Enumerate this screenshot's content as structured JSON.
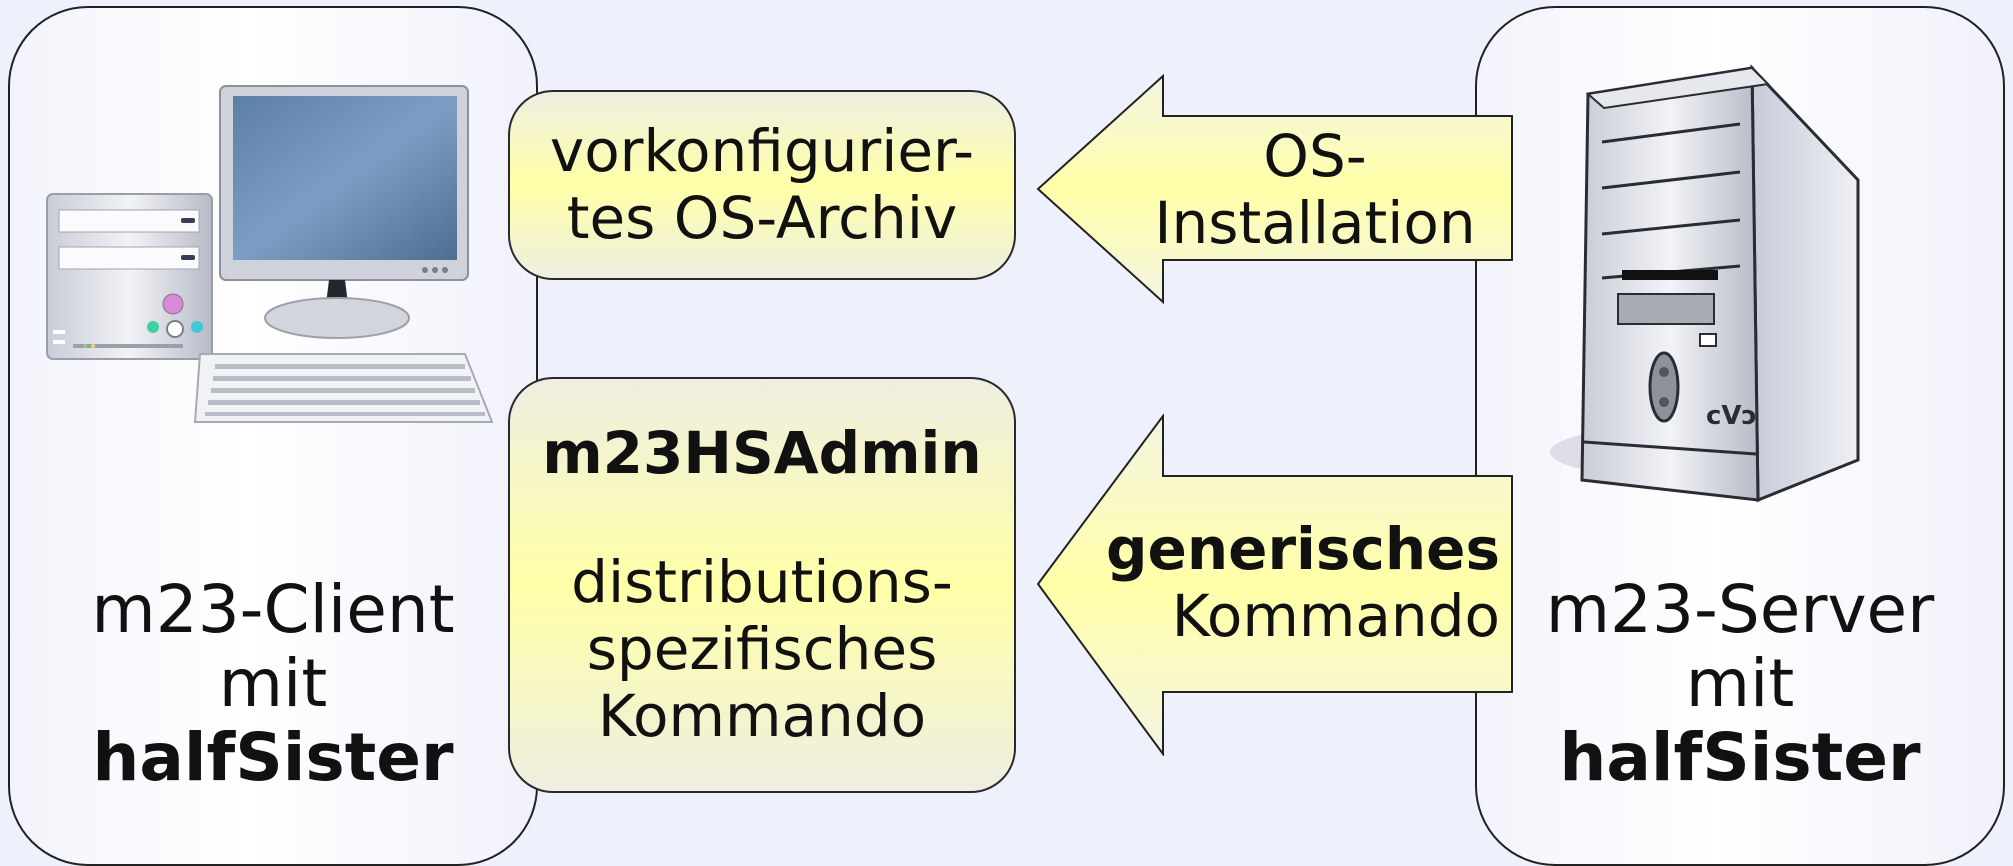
{
  "client": {
    "label_line1": "m23-Client",
    "label_line2": "mit",
    "label_line3": "halfSister",
    "icon": "desktop-computer-icon"
  },
  "server": {
    "label_line1": "m23-Server",
    "label_line2": "mit",
    "label_line3": "halfSister",
    "icon": "server-tower-icon"
  },
  "archive_box": {
    "line1": "vorkonfigurier-",
    "line2": "tes OS-Archiv"
  },
  "command_box": {
    "title": "m23HSAdmin",
    "line1": "distributions-",
    "line2": "spezifisches",
    "line3": "Kommando"
  },
  "install_arrow": {
    "line1": "OS-",
    "line2": "Installation"
  },
  "generic_arrow": {
    "line1": "generisches",
    "line2": "Kommando"
  },
  "colors": {
    "background": "#eef0fb",
    "box_yellow": "#ffffa8",
    "box_edge": "#eeeee2",
    "outline": "#222222"
  }
}
